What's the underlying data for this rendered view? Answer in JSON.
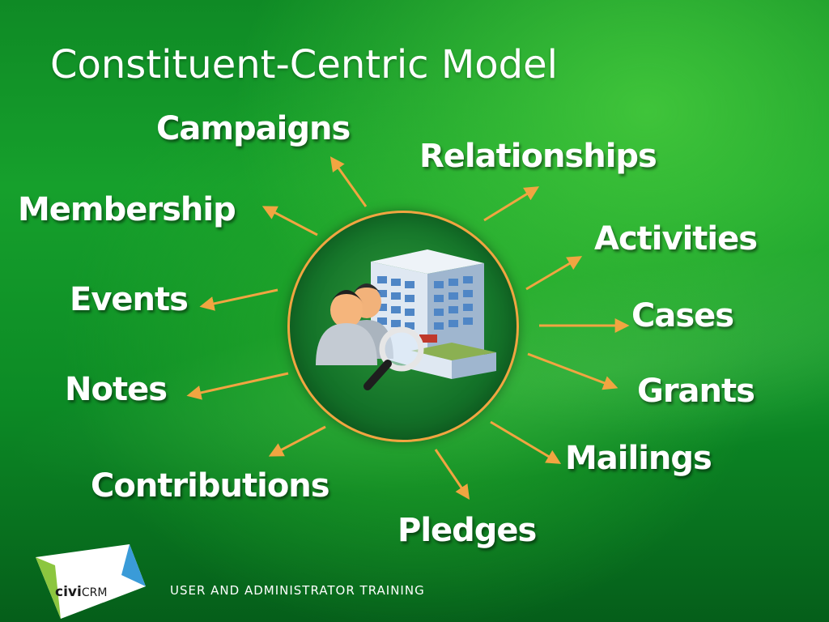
{
  "slide": {
    "title": "Constituent-Centric Model",
    "footer": "USER AND ADMINISTRATOR TRAINING"
  },
  "logo": {
    "civi": "civi",
    "crm": "CRM"
  },
  "colors": {
    "arrow": "#f1a541",
    "hub_border": "#f1a541",
    "text": "#ffffff",
    "background": "#16a02c"
  },
  "hub": {
    "icon": "building-people-magnifier-icon"
  },
  "modules": [
    "Campaigns",
    "Relationships",
    "Membership",
    "Activities",
    "Events",
    "Cases",
    "Notes",
    "Grants",
    "Contributions",
    "Mailings",
    "Pledges"
  ]
}
